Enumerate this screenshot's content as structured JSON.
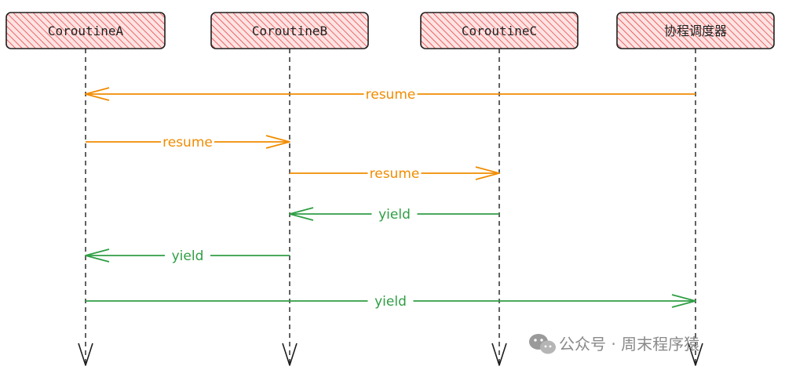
{
  "participants": [
    {
      "label": "CoroutineA"
    },
    {
      "label": "CoroutineB"
    },
    {
      "label": "CoroutineC"
    },
    {
      "label": "协程调度器"
    }
  ],
  "messages": [
    {
      "from": 3,
      "to": 0,
      "label": "resume",
      "kind": "resume"
    },
    {
      "from": 0,
      "to": 1,
      "label": "resume",
      "kind": "resume"
    },
    {
      "from": 1,
      "to": 2,
      "label": "resume",
      "kind": "resume"
    },
    {
      "from": 2,
      "to": 1,
      "label": "yield",
      "kind": "yield"
    },
    {
      "from": 1,
      "to": 0,
      "label": "yield",
      "kind": "yield"
    },
    {
      "from": 0,
      "to": 3,
      "label": "yield",
      "kind": "yield"
    }
  ],
  "watermark": {
    "text": "公众号 · 周末程序猿",
    "icon": "wechat-icon"
  },
  "colors": {
    "box_stroke": "#1e1e1e",
    "box_hatch": "#e03131",
    "box_fill": "#ffe3e3",
    "resume": "#f08c00",
    "yield": "#2f9e44",
    "lifeline": "#1e1e1e"
  }
}
